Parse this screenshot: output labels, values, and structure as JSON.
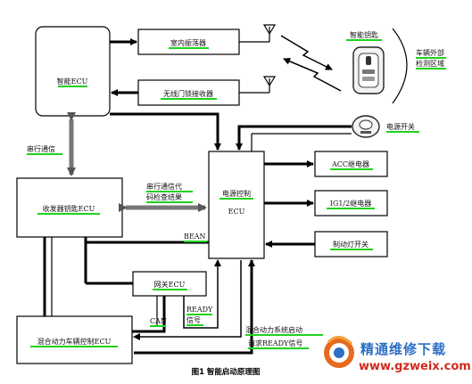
{
  "diagram": {
    "nodes": {
      "smart_ecu": "智能ECU",
      "indoor_osc": "室内振荡器",
      "wireless_recv": "无线门锁接收器",
      "smart_key": "智能钥匙",
      "vehicle_zone": "车辆外部检测区域",
      "power_switch": "电源开关",
      "serial_comm": "串行通信",
      "immo_ecu": "收发器钥匙ECU",
      "serial_check": "串行通信代码检查结果",
      "power_ecu": "电源控制ECU",
      "acc_relay": "ACC继电器",
      "ig_relay": "IG1/2继电器",
      "brake_switch": "制动灯开关",
      "bean": "BEAN",
      "gateway_ecu": "网关ECU",
      "can": "CAN",
      "ready_signal": "READY信号",
      "hybrid_ecu": "混合动力车辆控制ECU",
      "hybrid_start": "混合动力系统启动",
      "request_ready": "请求READY信号"
    },
    "caption": "图1 智能启动原理图"
  },
  "watermark": {
    "brand": "精通维修下载",
    "url": "www.gzweix.com"
  }
}
